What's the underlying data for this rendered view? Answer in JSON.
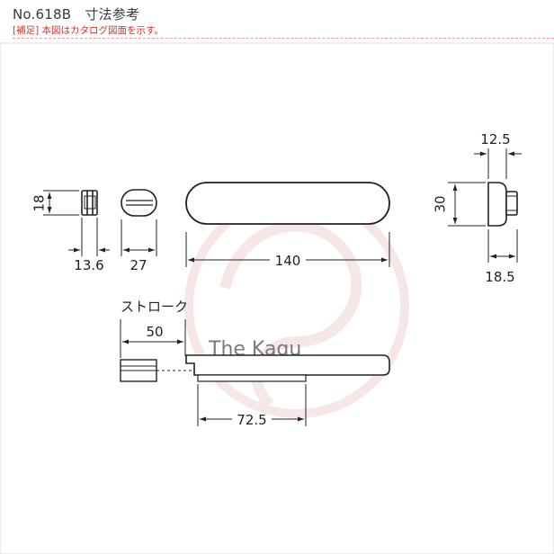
{
  "header": {
    "title": "No.618B　寸法参考",
    "note": "[補足] 本図はカタログ図面を示す。"
  },
  "watermark": {
    "text": "The Kagu",
    "color": "#f3dede"
  },
  "colors": {
    "outline": "#222222",
    "frame": "#d9d9d9",
    "dashed_rule": "#e0a0a0",
    "note_red": "#d0342c"
  },
  "dimensions": {
    "front_height": "18",
    "front_width": "13.6",
    "end_width": "27",
    "top_length": "140",
    "side_top": "12.5",
    "side_height": "30",
    "side_bottom": "18.5",
    "stroke_label": "ストローク",
    "stroke_value": "50",
    "rail_length": "72.5"
  }
}
